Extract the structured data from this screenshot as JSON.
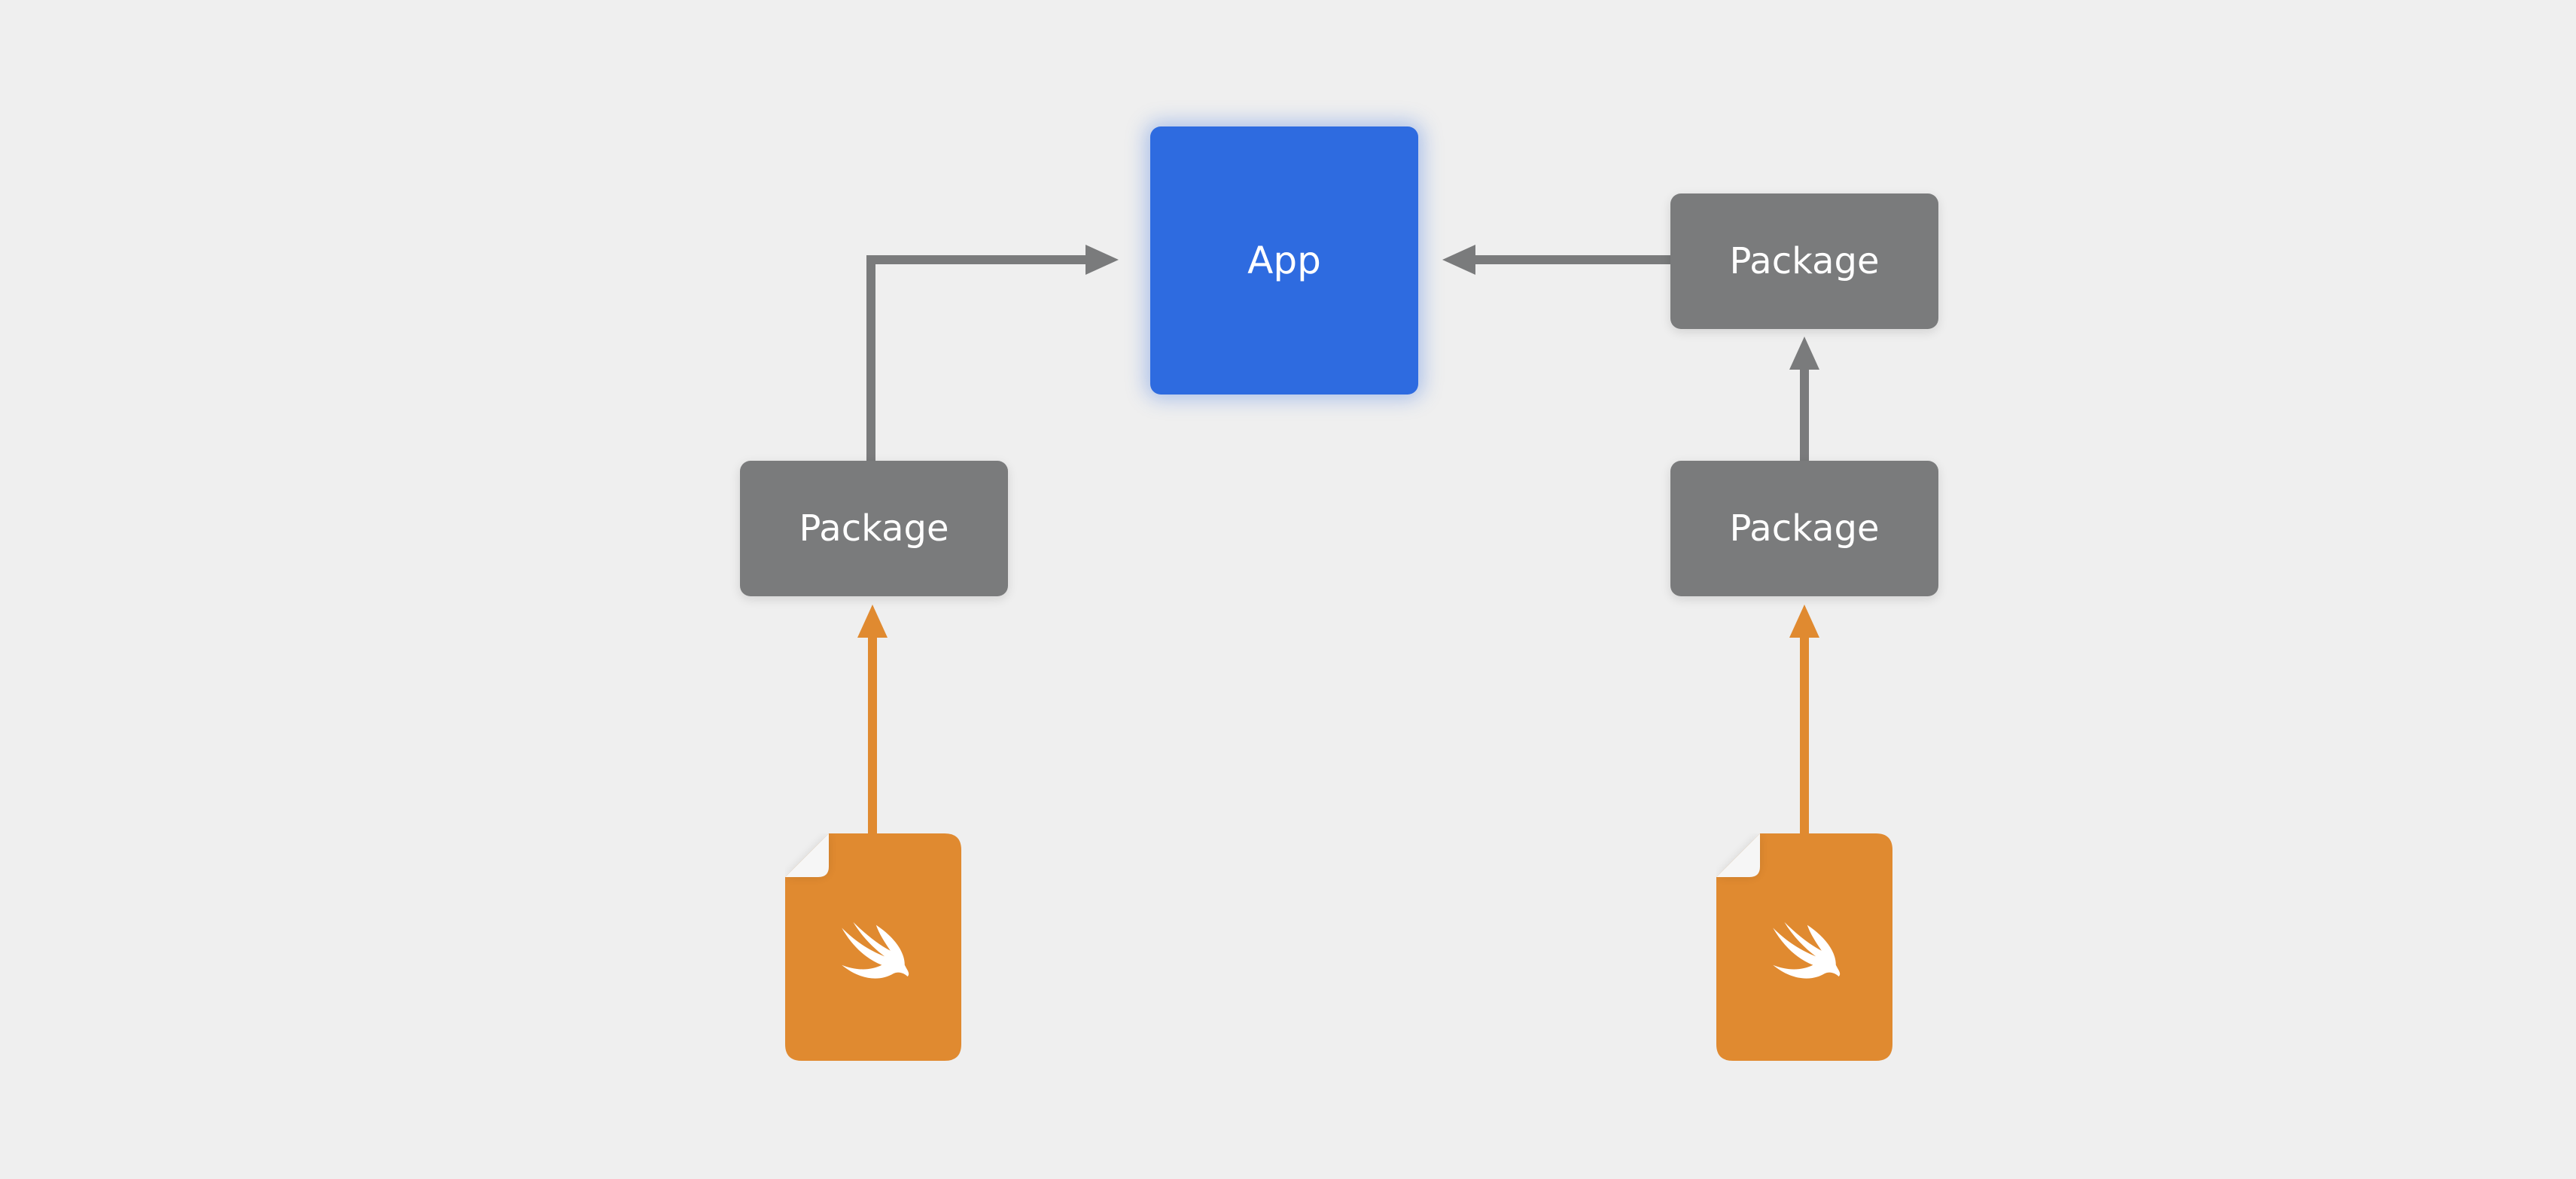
{
  "diagram": {
    "app": {
      "label": "App",
      "color": "#2e6be0"
    },
    "packages": [
      {
        "id": "package-left",
        "label": "Package"
      },
      {
        "id": "package-right-top",
        "label": "Package"
      },
      {
        "id": "package-right-bottom",
        "label": "Package"
      }
    ],
    "source_files": [
      {
        "id": "swift-file-left",
        "icon": "swift-icon"
      },
      {
        "id": "swift-file-right",
        "icon": "swift-icon"
      }
    ],
    "edges": [
      {
        "from": "package-left",
        "to": "app"
      },
      {
        "from": "package-right-top",
        "to": "app"
      },
      {
        "from": "package-right-bottom",
        "to": "package-right-top"
      },
      {
        "from": "swift-file-left",
        "to": "package-left"
      },
      {
        "from": "swift-file-right",
        "to": "package-right-bottom"
      }
    ],
    "colors": {
      "package": "#7a7b7c",
      "connector": "#7a7b7c",
      "swift_file": "#e08a30",
      "swift_connector": "#e08a30",
      "background": "#efefef"
    }
  }
}
